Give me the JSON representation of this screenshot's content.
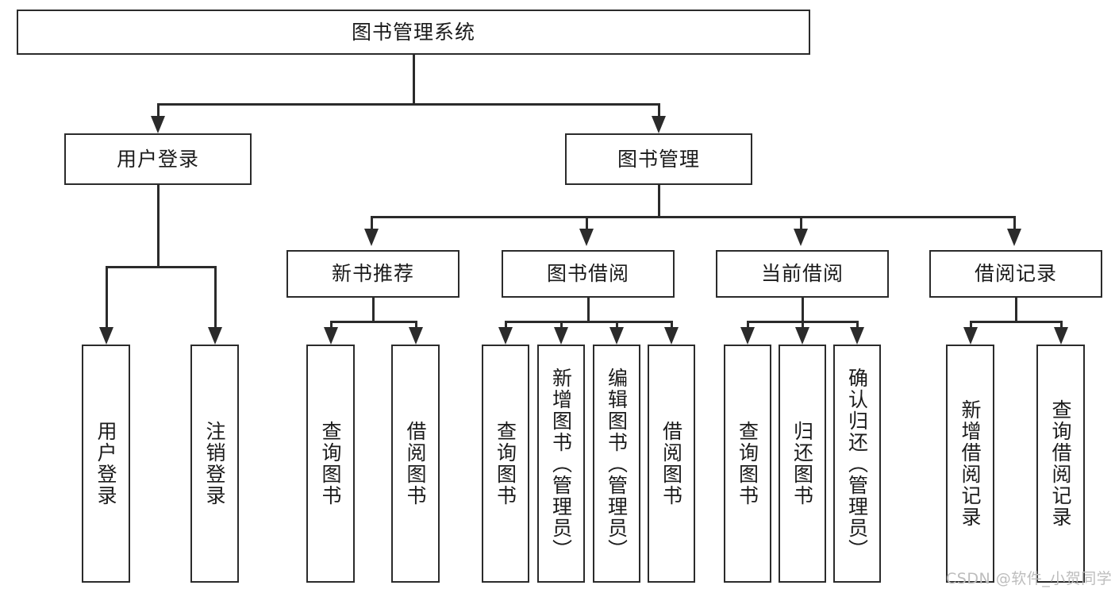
{
  "diagram": {
    "title": "图书管理系统",
    "type": "hierarchy-tree",
    "root": {
      "label": "图书管理系统"
    },
    "level2": [
      {
        "label": "用户登录"
      },
      {
        "label": "图书管理"
      }
    ],
    "level3": [
      {
        "label": "新书推荐"
      },
      {
        "label": "图书借阅"
      },
      {
        "label": "当前借阅"
      },
      {
        "label": "借阅记录"
      }
    ],
    "leaves": {
      "user_login": [
        {
          "label": "用户登录"
        },
        {
          "label": "注销登录"
        }
      ],
      "new_book_recommend": [
        {
          "label": "查询图书"
        },
        {
          "label": "借阅图书"
        }
      ],
      "book_borrow": [
        {
          "label": "查询图书"
        },
        {
          "label": "新增图书（管理员）"
        },
        {
          "label": "编辑图书（管理员）"
        },
        {
          "label": "借阅图书"
        }
      ],
      "current_borrow": [
        {
          "label": "查询图书"
        },
        {
          "label": "归还图书"
        },
        {
          "label": "确认归还（管理员）"
        }
      ],
      "borrow_record": [
        {
          "label": "新增借阅记录"
        },
        {
          "label": "查询借阅记录"
        }
      ]
    }
  },
  "watermark": {
    "text": "CSDN @软件_小贺同学"
  },
  "colors": {
    "stroke": "#2b2b2b",
    "background": "#ffffff",
    "text": "#1b1b1b",
    "watermark": "#bdbdbd"
  }
}
